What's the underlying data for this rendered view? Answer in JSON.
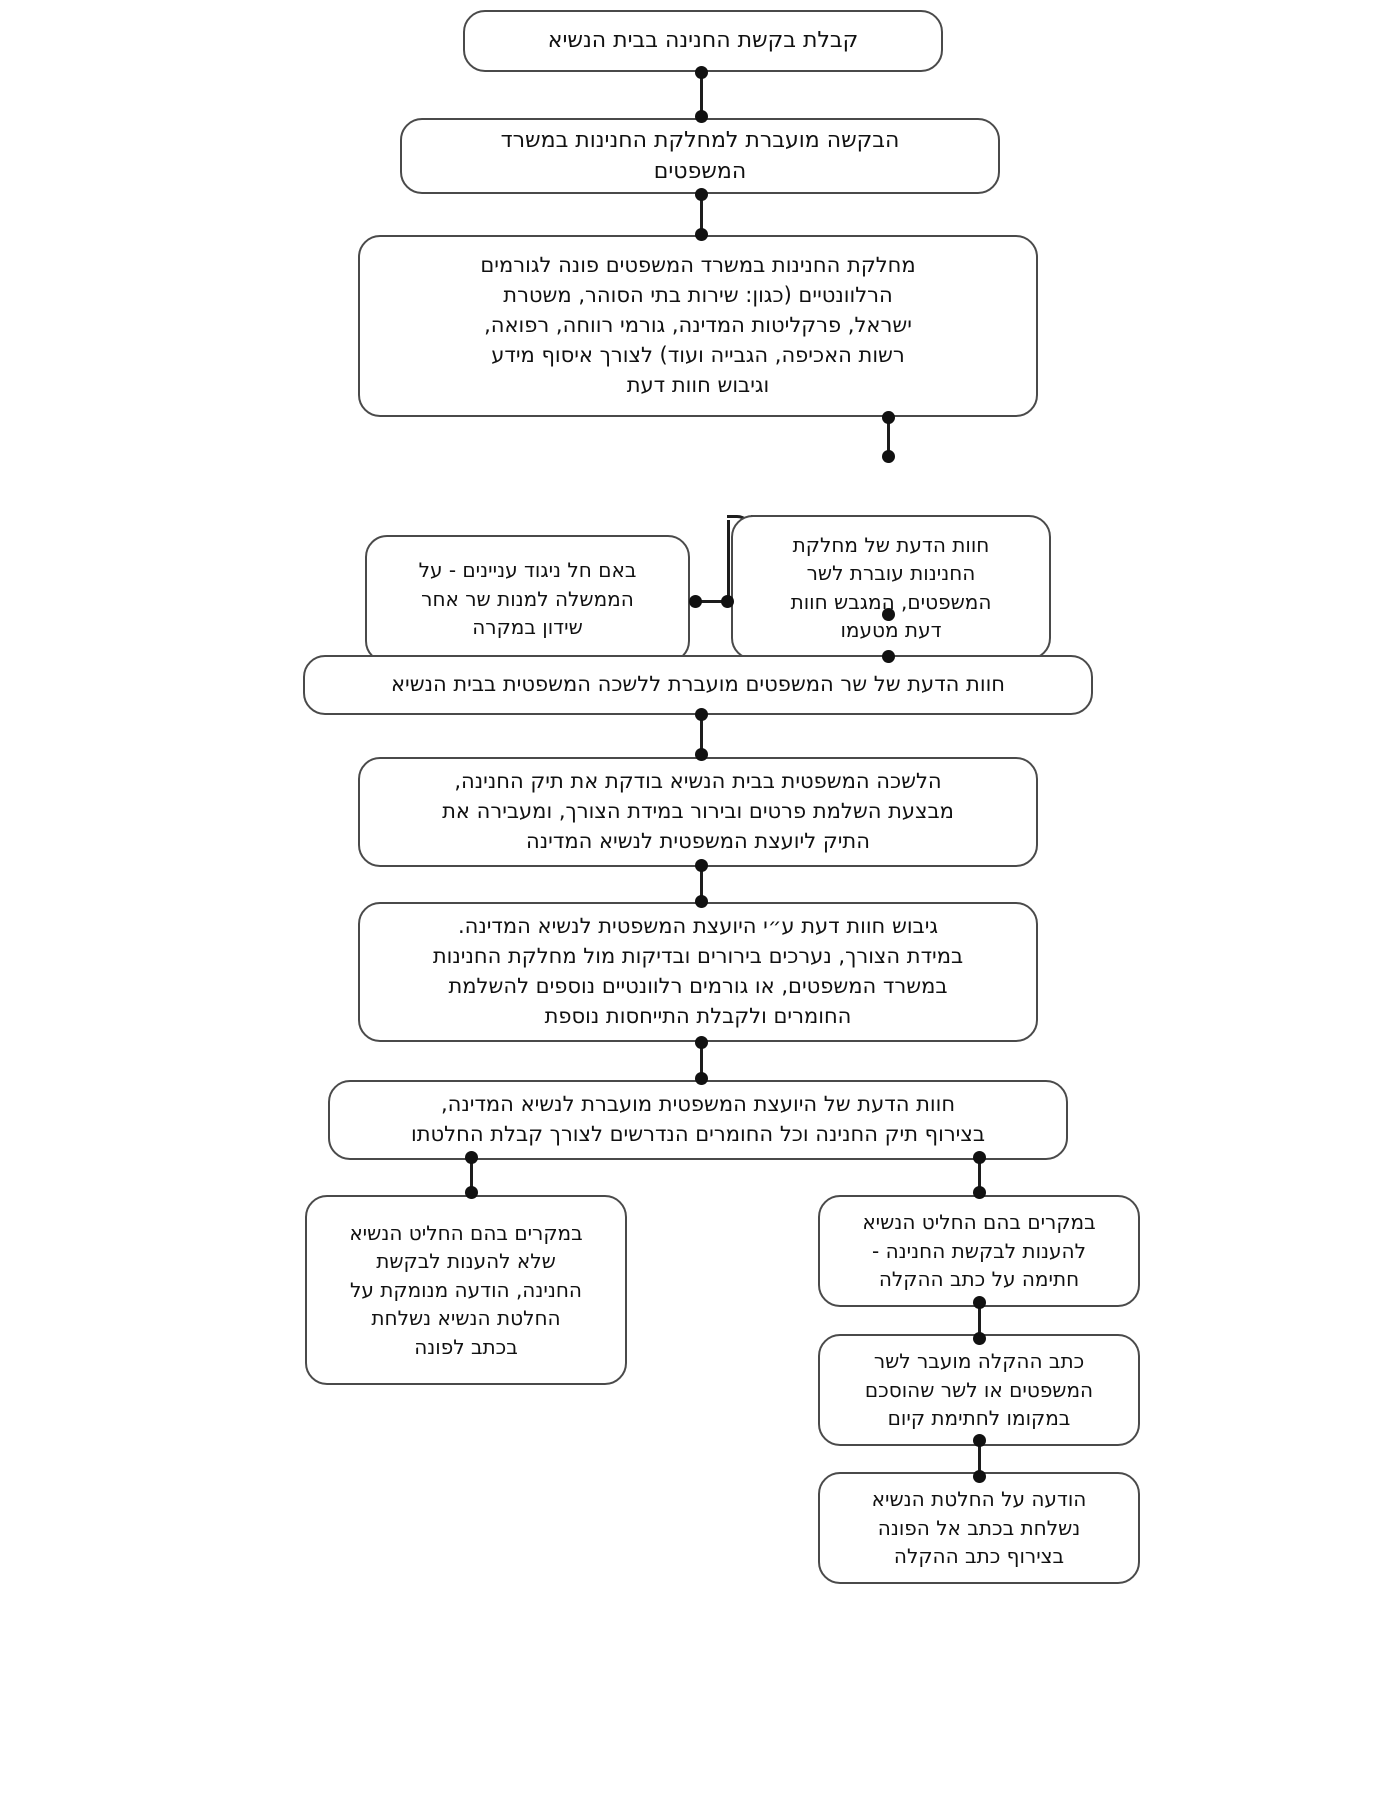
{
  "diagram": {
    "type": "flowchart",
    "language": "he",
    "direction": "rtl",
    "title": "תרשים זרימה - הליך בקשת חנינה בבית הנשיא",
    "colors": {
      "node_border": "#4a4a4a",
      "node_fill": "#ffffff",
      "connector": "#1d1d1d",
      "text": "#111111"
    },
    "nodes": [
      {
        "id": "n1",
        "label": "קבלת בקשת החנינה בבית הנשיא"
      },
      {
        "id": "n2",
        "label": "הבקשה מועברת למחלקת החנינות במשרד\nהמשפטים"
      },
      {
        "id": "n3",
        "label": "מחלקת החנינות במשרד המשפטים פונה לגורמים\nהרלוונטיים (כגון: שירות בתי הסוהר, משטרת\nישראל, פרקליטות המדינה, גורמי רווחה, רפואה,\nרשות האכיפה, הגבייה ועוד) לצורך איסוף מידע\nוגיבוש חוות דעת"
      },
      {
        "id": "n4",
        "label": "חוות הדעת של מחלקת\nהחנינות עוברת לשר\nהמשפטים, המגבש חוות\nדעת מטעמו"
      },
      {
        "id": "n5",
        "label": "באם חל ניגוד עניינים - על\nהממשלה למנות שר אחר\nשידון במקרה"
      },
      {
        "id": "n6",
        "label": "חוות הדעת של שר המשפטים מועברת ללשכה המשפטית בבית הנשיא"
      },
      {
        "id": "n7",
        "label": "הלשכה המשפטית בבית הנשיא בודקת את תיק החנינה,\nמבצעת השלמת פרטים ובירור במידת הצורך, ומעבירה את\nהתיק ליועצת המשפטית לנשיא המדינה"
      },
      {
        "id": "n8",
        "label": "גיבוש חוות דעת ע״י היועצת המשפטית לנשיא המדינה.\nבמידת הצורך, נערכים בירורים ובדיקות מול מחלקת החנינות\nבמשרד המשפטים, או גורמים רלוונטיים נוספים להשלמת\nהחומרים ולקבלת התייחסות נוספת"
      },
      {
        "id": "n9",
        "label": "חוות הדעת של היועצת המשפטית מועברת לנשיא המדינה,\nבצירוף תיק החנינה וכל החומרים הנדרשים לצורך קבלת החלטתו"
      },
      {
        "id": "n10",
        "label": "במקרים בהם החליט הנשיא\nשלא להענות לבקשת\nהחנינה, הודעה מנומקת על\nהחלטת הנשיא נשלחת\nבכתב לפונה"
      },
      {
        "id": "n11",
        "label": "במקרים בהם החליט הנשיא\nלהענות לבקשת החנינה -\nחתימה על כתב ההקלה"
      },
      {
        "id": "n12",
        "label": "כתב ההקלה מועבר לשר\nהמשפטים או לשר שהוסכם\nבמקומו לחתימת קיום"
      },
      {
        "id": "n13",
        "label": "הודעה על החלטת הנשיא\nנשלחת בכתב אל הפונה\nבצירוף כתב ההקלה"
      }
    ],
    "edges": [
      {
        "from": "n1",
        "to": "n2"
      },
      {
        "from": "n2",
        "to": "n3"
      },
      {
        "from": "n3",
        "to": "n4"
      },
      {
        "from": "n4",
        "to": "n5"
      },
      {
        "from": "n4",
        "to": "n6"
      },
      {
        "from": "n6",
        "to": "n7"
      },
      {
        "from": "n7",
        "to": "n8"
      },
      {
        "from": "n8",
        "to": "n9"
      },
      {
        "from": "n9",
        "to": "n10"
      },
      {
        "from": "n9",
        "to": "n11"
      },
      {
        "from": "n11",
        "to": "n12"
      },
      {
        "from": "n12",
        "to": "n13"
      }
    ]
  }
}
